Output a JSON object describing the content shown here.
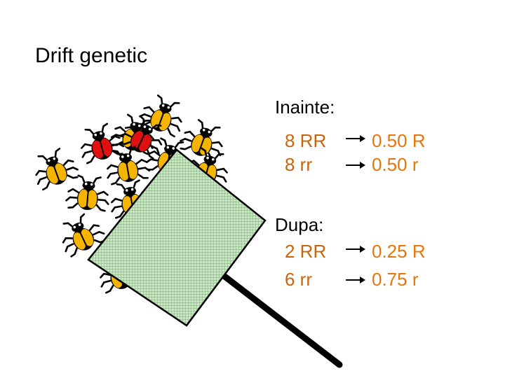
{
  "title": "Drift genetic",
  "before": {
    "heading": "Inainte:",
    "rows": [
      {
        "genotype": "8 RR",
        "frequency": "0.50 R"
      },
      {
        "genotype": "8  rr",
        "frequency": "0.50 r"
      }
    ]
  },
  "after": {
    "heading": "Dupa:",
    "rows": [
      {
        "genotype": "2 RR",
        "frequency": "0.25 R"
      },
      {
        "genotype": "6  rr",
        "frequency": "0.75 r"
      }
    ]
  },
  "colors": {
    "text": "#000000",
    "genotype": "#C8650A",
    "frequency": "#E8750A",
    "beetle_yellow": "#F5B400",
    "beetle_red": "#E01010",
    "swatter_fill": "#C8E8C0",
    "swatter_mesh": "#6B8F6B"
  },
  "icons": {
    "beetle": "beetle-icon",
    "swatter": "fly-swatter-icon",
    "arrow": "right-arrow-icon"
  }
}
